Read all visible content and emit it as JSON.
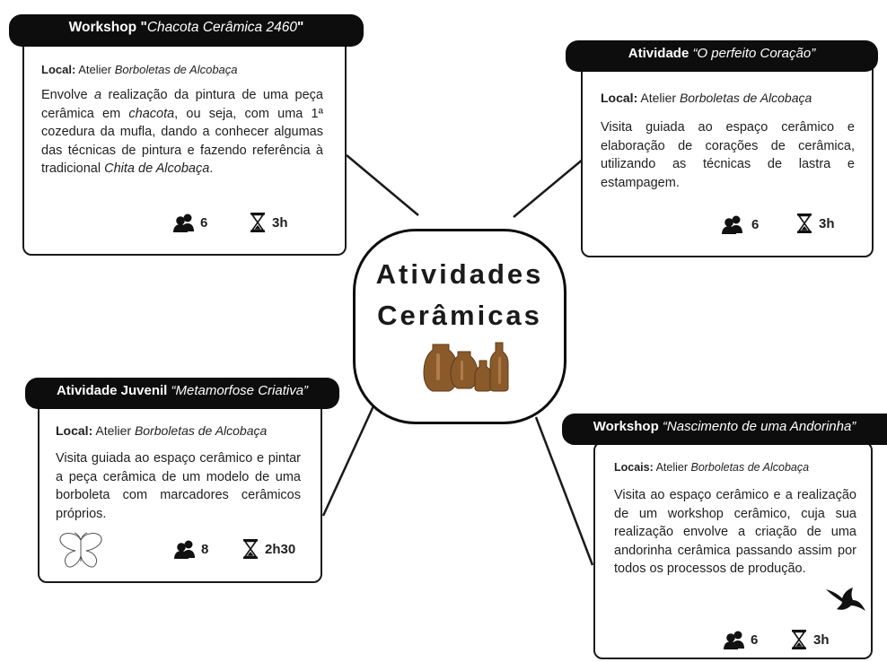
{
  "center": {
    "title_line1": "Atividades",
    "title_line2": "Cerâmicas",
    "pottery_color": "#8b5a2b"
  },
  "cards": {
    "workshop_chacota": {
      "tag_prefix": "Workshop \"",
      "tag_italic": "Chacota Cerâmica 2460",
      "tag_suffix": "\"",
      "local_label": "Local:",
      "local_prefix": "Atelier",
      "local_place": "Borboletas de Alcobaça",
      "desc_1": "Envolve ",
      "desc_2": "a",
      "desc_3": " realização da pintura de uma peça cerâmica em ",
      "desc_4": "chacota",
      "desc_5": ", ou seja, com uma 1ª cozedura da mufla, dando a conhecer algumas das técnicas de pintura e fazendo referência à tradicional ",
      "desc_6": "Chita de Alcobaça",
      "desc_7": ".",
      "participants": "6",
      "duration": "3h"
    },
    "perfeito_coracao": {
      "tag_prefix": "Atividade ",
      "tag_italic": "“O perfeito Coração”",
      "local_label": "Local:",
      "local_prefix": "Atelier",
      "local_place": "Borboletas de Alcobaça",
      "desc": "Visita guiada ao espaço cerâmico e elaboração de corações de cerâmica, utilizando as técnicas de lastra e estampagem.",
      "participants": "6",
      "duration": "3h"
    },
    "metamorfose": {
      "tag_prefix": "Atividade Juvenil ",
      "tag_italic": "“Metamorfose Criativa”",
      "local_label": "Local:",
      "local_prefix": "Atelier",
      "local_place": "Borboletas de Alcobaça",
      "desc": "Visita guiada ao espaço cerâmico e pintar a peça cerâmica de um modelo de uma borboleta com marcadores cerâmicos próprios.",
      "participants": "8",
      "duration": "2h30"
    },
    "andorinha": {
      "tag_prefix": "Workshop ",
      "tag_italic": "“Nascimento de uma Andorinha”",
      "local_label": "Locais:",
      "local_prefix": "Atelier",
      "local_place": "Borboletas de Alcobaça",
      "desc": "Visita ao espaço cerâmico e a realização de um workshop cerâmico, cuja sua realização envolve a criação de uma andorinha cerâmica passando assim por todos os processos de produção.",
      "participants": "6",
      "duration": "3h"
    }
  },
  "icons": {
    "participants": "people-icon",
    "duration": "hourglass-icon",
    "butterfly": "butterfly-icon",
    "swallow": "swallow-icon"
  }
}
